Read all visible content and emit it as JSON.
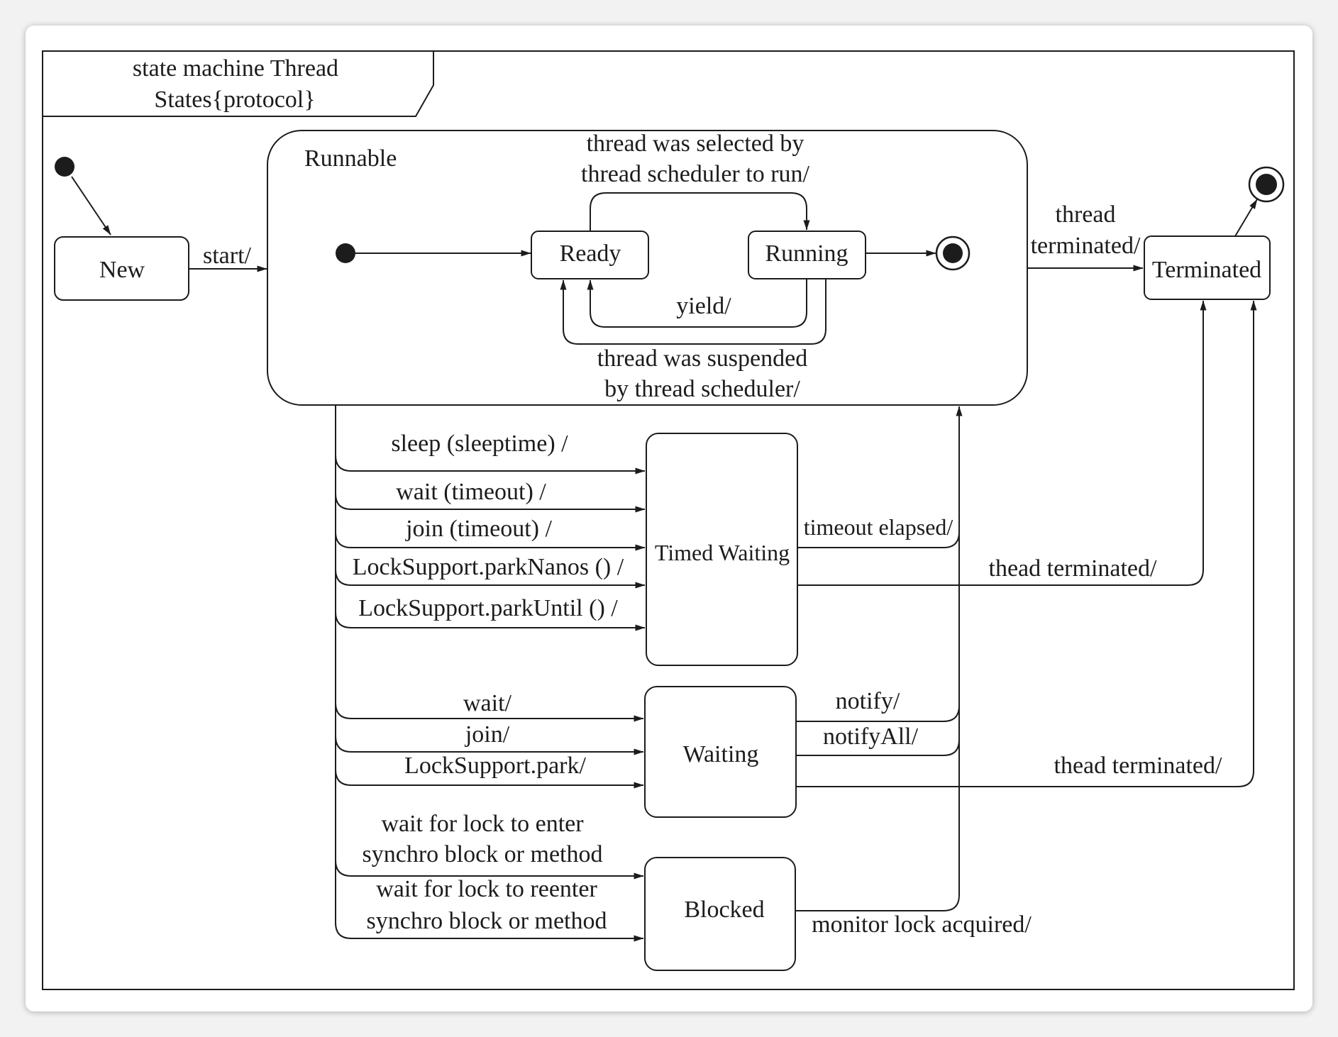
{
  "colors": {
    "ink": "#1c1c1c",
    "paper": "#ffffff",
    "page": "#f2f2f2"
  },
  "frame": {
    "label": [
      "state machine Thread",
      "States{protocol}"
    ]
  },
  "states": {
    "new": "New",
    "runnable": "Runnable",
    "ready": "Ready",
    "running": "Running",
    "terminated": "Terminated",
    "timed_waiting": "Timed Waiting",
    "waiting": "Waiting",
    "blocked": "Blocked"
  },
  "transitions": {
    "start": "start/",
    "selected_by_scheduler": [
      "thread was selected by",
      "thread scheduler to run/"
    ],
    "yield": "yield/",
    "suspended_by_scheduler": [
      "thread was suspended",
      "by thread scheduler/"
    ],
    "thread_terminated": [
      "thread",
      "terminated/"
    ],
    "sleep": "sleep (sleeptime) /",
    "wait_timeout": "wait (timeout) /",
    "join_timeout": "join (timeout) /",
    "park_nanos": "LockSupport.parkNanos () /",
    "park_until": "LockSupport.parkUntil () /",
    "timeout_elapsed": "timeout elapsed/",
    "timed_waiting_terminated": "thead terminated/",
    "wait": "wait/",
    "join": "join/",
    "park": "LockSupport.park/",
    "notify": "notify/",
    "notify_all": "notifyAll/",
    "waiting_terminated": "thead terminated/",
    "lock_enter": [
      "wait for lock to enter",
      "synchro block or method"
    ],
    "lock_reenter": [
      "wait for lock to reenter",
      "synchro block or method"
    ],
    "monitor_lock_acquired": "monitor lock acquired/"
  }
}
